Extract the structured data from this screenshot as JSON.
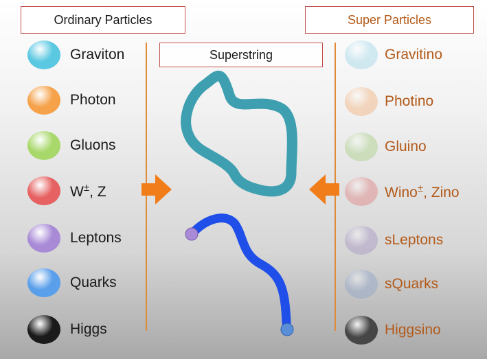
{
  "headers": {
    "ordinary": "Ordinary Particles",
    "super": "Super Particles",
    "center": "Superstring"
  },
  "ordinary_particles": [
    {
      "name": "Graviton",
      "color": "#5bc8e2"
    },
    {
      "name": "Photon",
      "color": "#f5a24a"
    },
    {
      "name": "Gluons",
      "color": "#a8d86a"
    },
    {
      "name": "W",
      "sup": "±",
      "suffix": ", Z",
      "color": "#e66262"
    },
    {
      "name": "Leptons",
      "color": "#a98ad6"
    },
    {
      "name": "Quarks",
      "color": "#5a9fea"
    },
    {
      "name": "Higgs",
      "color": "#1a1a1a"
    }
  ],
  "super_particles": [
    {
      "name": "Gravitino",
      "color": "#9ed6e6"
    },
    {
      "name": "Photino",
      "color": "#f2b07a"
    },
    {
      "name": "Gluino",
      "color": "#a8cf85"
    },
    {
      "name": "Wino",
      "sup": "±",
      "suffix": ", Zino",
      "color": "#e08080"
    },
    {
      "name": "sLeptons",
      "color": "#a695c2"
    },
    {
      "name": "sQuarks",
      "color": "#8ea4c8"
    },
    {
      "name": "Higgsino",
      "color": "#333333"
    }
  ],
  "colors": {
    "header_border": "#c0504d",
    "super_text": "#b35a1a",
    "divider": "#e08a3a",
    "arrow": "#f07d19",
    "closed_string": "#3d9fb0",
    "open_string": "#1f4fe8",
    "open_string_start": "#a98ad6",
    "open_string_end": "#5a8fd8"
  }
}
